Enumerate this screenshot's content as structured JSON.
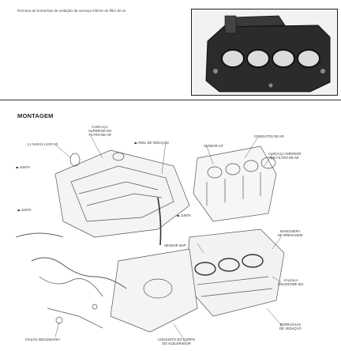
{
  "instruction_text": "Remova as borrachas de vedação da carcaça inferior do filtro de ar.",
  "section_title": "MONTAGEM",
  "labels": {
    "carcaca_superior": [
      "CARCAÇA",
      "SUPERIOR DO",
      "FILTRO DE AR"
    ],
    "torque": "1,1 N·m (0,1 kgf·m)",
    "junta_1": "JUNTA",
    "junta_2": "JUNTA",
    "junta_3": "JUNTA",
    "anel_vedacao": "ANEL DE VEDAÇÃO",
    "sensor_iat": "SENSOR IAT",
    "condutos": "CONDUTOS DE AR",
    "carcaca_inferior": [
      "CARCAÇA INFERIOR",
      "DO FILTRO DE AR"
    ],
    "sensor_map": "SENSOR MAP",
    "mangueira": [
      "MANGUEIRA",
      "DE DRENAGEM"
    ],
    "valvula": [
      "VÁLVULA",
      "SOLENÓIDE IDC"
    ],
    "borrachas": [
      "BORRACHAS",
      "DE VEDAÇÃO"
    ],
    "fiacao": "FIAÇÃO SECUNDÁRIA",
    "conjunto": [
      "CONJUNTO DO CORPO",
      "DO ACELERADOR"
    ]
  }
}
